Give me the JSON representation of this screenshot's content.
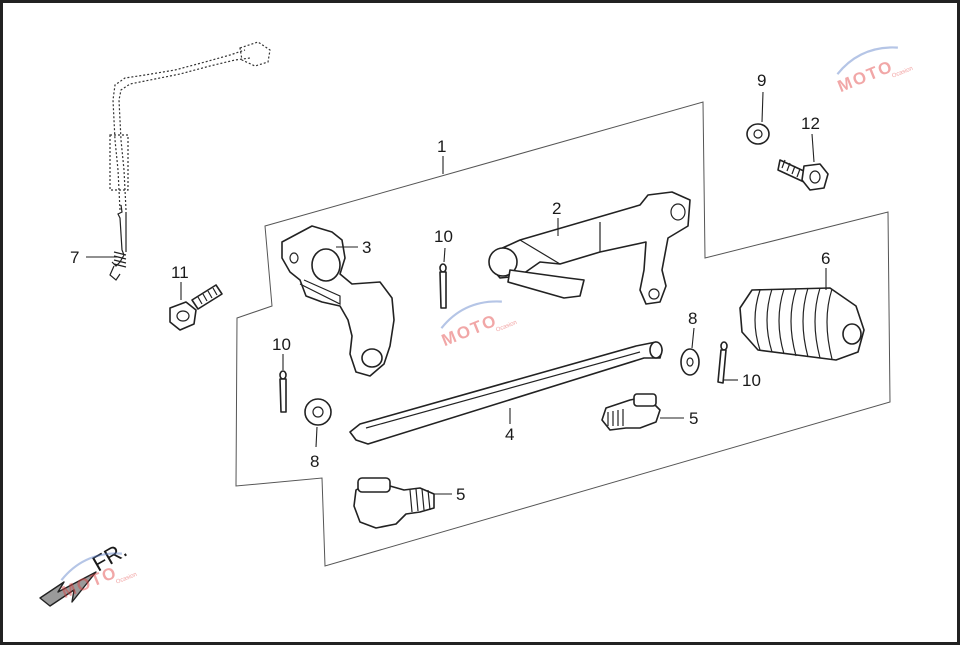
{
  "diagram": {
    "direction_label": "FR.",
    "callouts": [
      {
        "id": "c1",
        "text": "1"
      },
      {
        "id": "c2",
        "text": "2"
      },
      {
        "id": "c3",
        "text": "3"
      },
      {
        "id": "c4",
        "text": "4"
      },
      {
        "id": "c5a",
        "text": "5"
      },
      {
        "id": "c5b",
        "text": "5"
      },
      {
        "id": "c6",
        "text": "6"
      },
      {
        "id": "c7",
        "text": "7"
      },
      {
        "id": "c8a",
        "text": "8"
      },
      {
        "id": "c8b",
        "text": "8"
      },
      {
        "id": "c9",
        "text": "9"
      },
      {
        "id": "c10a",
        "text": "10"
      },
      {
        "id": "c10b",
        "text": "10"
      },
      {
        "id": "c10c",
        "text": "10"
      },
      {
        "id": "c11",
        "text": "11"
      },
      {
        "id": "c12",
        "text": "12"
      }
    ]
  },
  "watermark": {
    "text": "MOTO",
    "small_text": "Ocasion"
  },
  "colors": {
    "line": "#222222",
    "frame": "#555555",
    "watermark_red": "#e23d3d",
    "watermark_blue": "#5b7fc7",
    "arrow_fill": "#9a9a9a"
  }
}
